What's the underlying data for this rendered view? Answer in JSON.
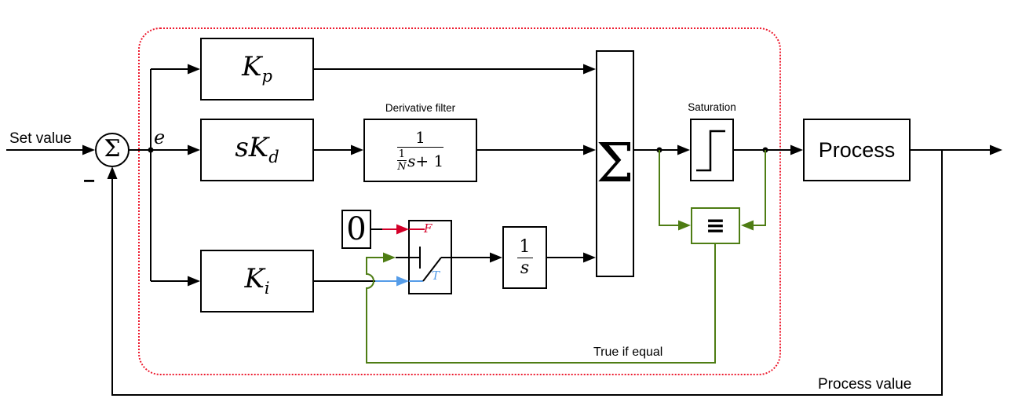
{
  "colors": {
    "background": "#ffffff",
    "line": "#000000",
    "boundary": "#ed1b2f",
    "false_path": "#d40029",
    "true_path": "#559ce8",
    "anti_windup": "#4e7d14"
  },
  "labels": {
    "set_value": "Set value",
    "minus": "−",
    "error": "e",
    "derivative_filter": "Derivative filter",
    "saturation": "Saturation",
    "true_if_equal": "True if equal",
    "process_value": "Process value"
  },
  "blocks": {
    "sum_junction": {
      "symbol": "Σ"
    },
    "kp": {
      "base": "K",
      "sub": "p"
    },
    "skd": {
      "base": "sK",
      "sub": "d"
    },
    "ki": {
      "base": "K",
      "sub": "i"
    },
    "filter": {
      "num": "1",
      "den_frac_num": "1",
      "den_frac_den": "N",
      "den_s": "s",
      "den_plus": " + 1"
    },
    "zero": {
      "label": "0"
    },
    "switch": {
      "false_label": "F",
      "true_label": "T"
    },
    "integrator": {
      "num": "1",
      "den": "s"
    },
    "sum": {
      "symbol": "Σ"
    },
    "equality": {
      "symbol": "≡"
    },
    "process": {
      "label": "Process"
    }
  }
}
